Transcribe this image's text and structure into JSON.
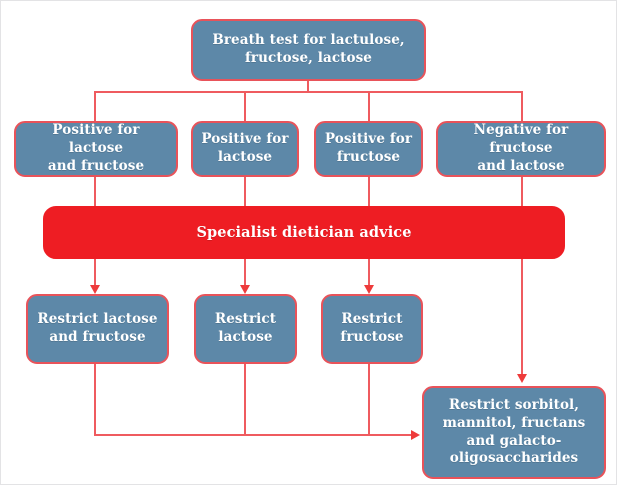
{
  "diagram": {
    "title": "Breath test decision flowchart for lactulose, fructose and lactose",
    "colors": {
      "node_fill": "#5d88a8",
      "node_border": "#e8535a",
      "band_fill": "#ee1d23",
      "connector": "#ef5b5f",
      "arrow": "#ee3b3b",
      "text": "#ffffff",
      "canvas": "#ffffff",
      "canvas_border": "#e3e3e5"
    },
    "nodes": {
      "root": {
        "label": "Breath test for lactulose,\nfructose, lactose"
      },
      "results": [
        {
          "label": "Positive for lactose\nand fructose"
        },
        {
          "label": "Positive for\nlactose"
        },
        {
          "label": "Positive for\nfructose"
        },
        {
          "label": "Negative for fructose\nand lactose"
        }
      ],
      "band": {
        "label": "Specialist dietician advice"
      },
      "actions": [
        {
          "label": "Restrict lactose\nand fructose"
        },
        {
          "label": "Restrict\nlactose"
        },
        {
          "label": "Restrict\nfructose"
        }
      ],
      "outcome": {
        "label": "Restrict sorbitol,\nmannitol, fructans\nand galacto-\noligosaccharides"
      }
    }
  }
}
